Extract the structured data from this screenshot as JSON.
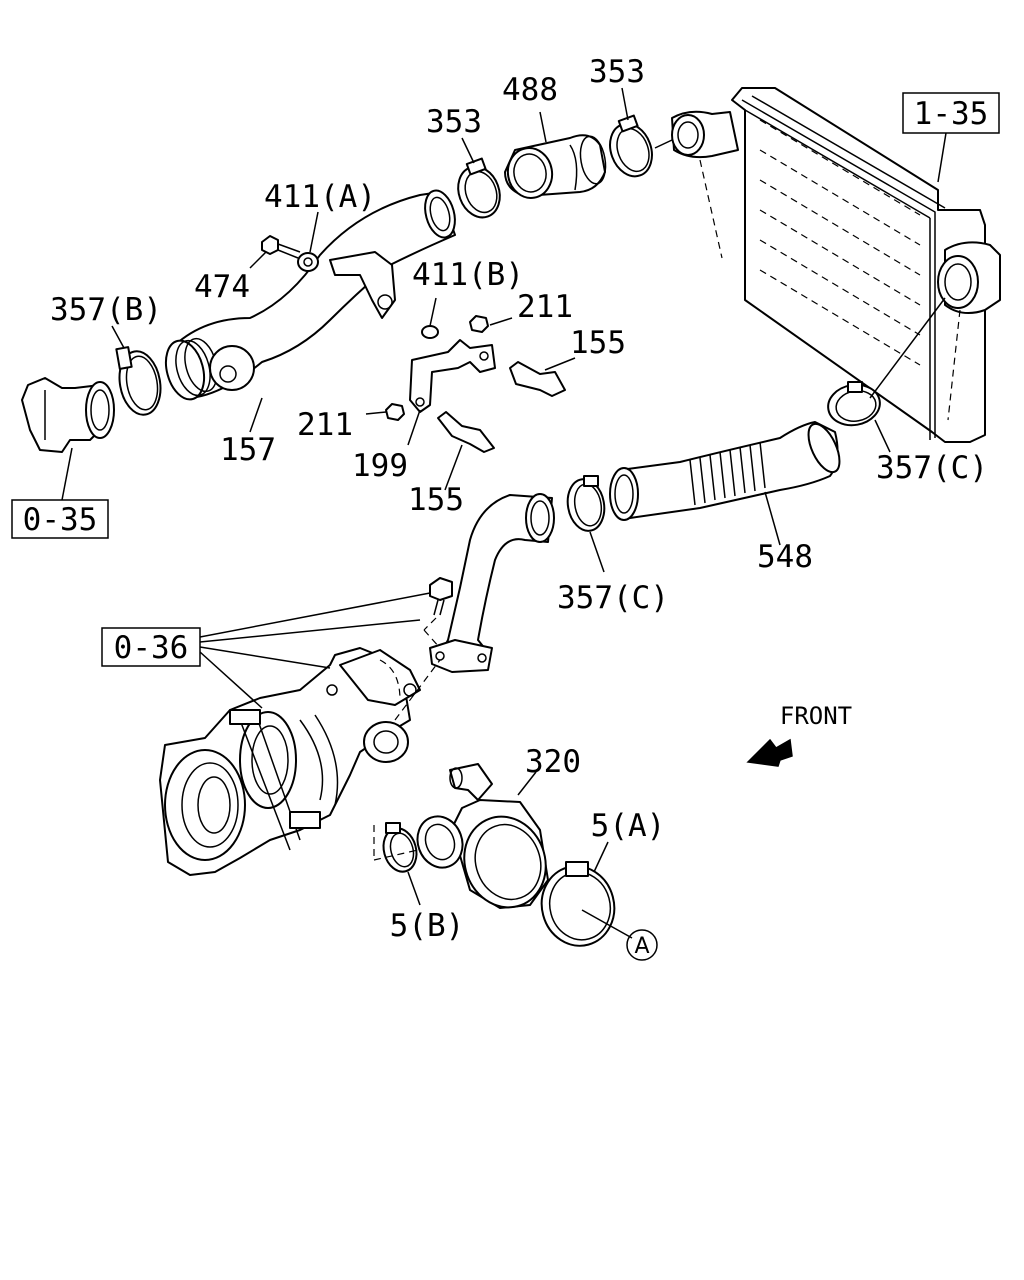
{
  "labels": {
    "p353_left": "353",
    "p488": "488",
    "p353_right": "353",
    "ref_1_35": "1-35",
    "p411a": "411(A)",
    "p474": "474",
    "p357b": "357(B)",
    "p411b": "411(B)",
    "p211_right": "211",
    "p155_upper": "155",
    "p211_left": "211",
    "p157": "157",
    "p199": "199",
    "p155_lower": "155",
    "ref_0_35": "0-35",
    "p357c_right": "357(C)",
    "p548": "548",
    "p357c_lower": "357(C)",
    "ref_0_36": "0-36",
    "front": "FRONT",
    "p320": "320",
    "p5a": "5(A)",
    "p5b": "5(B)",
    "circle_a": "A"
  }
}
